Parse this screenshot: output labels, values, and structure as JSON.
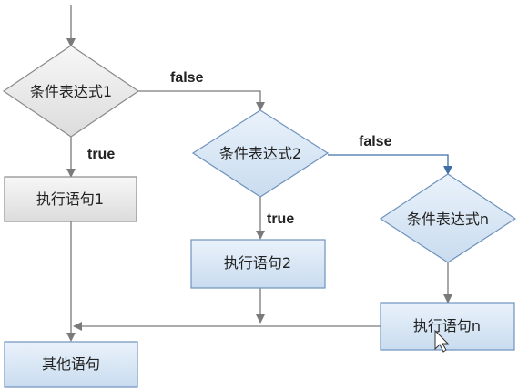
{
  "diagram": {
    "conditions": [
      {
        "id": "cond1",
        "label": "条件表达式1"
      },
      {
        "id": "cond2",
        "label": "条件表达式2"
      },
      {
        "id": "condn",
        "label": "条件表达式n"
      }
    ],
    "statements": [
      {
        "id": "stmt1",
        "label": "执行语句1"
      },
      {
        "id": "stmt2",
        "label": "执行语句2"
      },
      {
        "id": "stmtn",
        "label": "执行语句n"
      },
      {
        "id": "other",
        "label": "其他语句"
      }
    ],
    "edge_labels": {
      "false1": "false",
      "true1": "true",
      "false2": "false",
      "true2": "true"
    }
  },
  "colors": {
    "diamond_fill_gray": "#e6e6e6",
    "diamond_fill_blue": "#d8e6f4",
    "box_fill_gray": "#ececec",
    "box_fill_blue": "#dbe8f5",
    "stroke_gray": "#8a8a8a",
    "stroke_blue": "#6f93bd",
    "arrow_gray": "#7a7a7a",
    "arrow_blue": "#3f6fa6"
  }
}
